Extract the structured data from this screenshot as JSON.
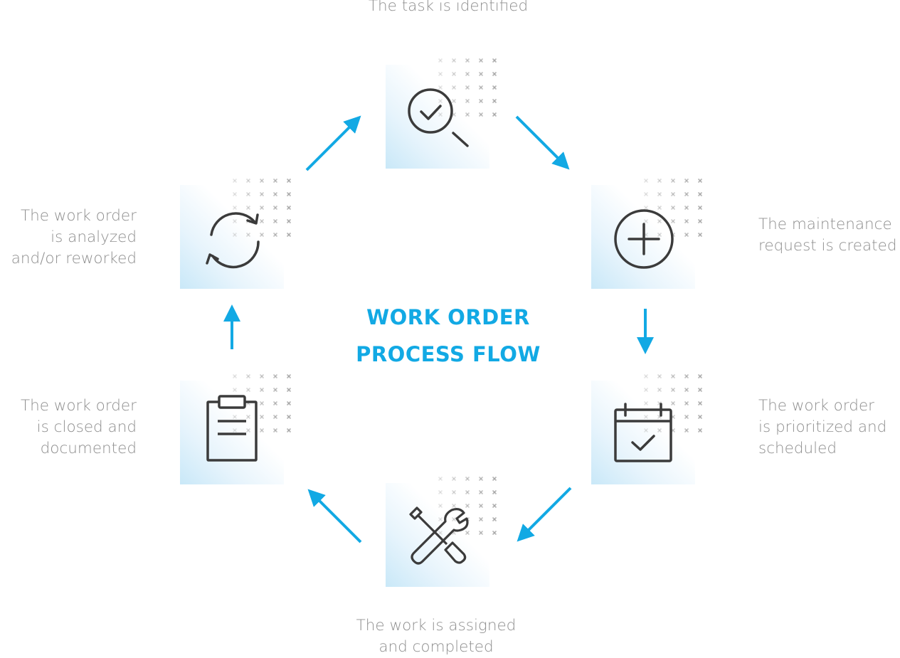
{
  "title": "WORK ORDER\nPROCESS FLOW",
  "colors": {
    "accent": "#12a9e4",
    "icon": "#3b3b3b",
    "text": "#8f8f8f"
  },
  "steps": [
    {
      "icon": "magnifier-check-icon",
      "label": "The task is identified"
    },
    {
      "icon": "plus-circle-icon",
      "label": "The maintenance\nrequest is created"
    },
    {
      "icon": "calendar-check-icon",
      "label": "The work order\nis prioritized and\nscheduled"
    },
    {
      "icon": "wrench-screwdriver-icon",
      "label": "The work is assigned\nand completed"
    },
    {
      "icon": "clipboard-icon",
      "label": "The work order\nis closed and\ndocumented"
    },
    {
      "icon": "refresh-cycle-icon",
      "label": "The work order\nis analyzed\nand/or reworked"
    }
  ]
}
